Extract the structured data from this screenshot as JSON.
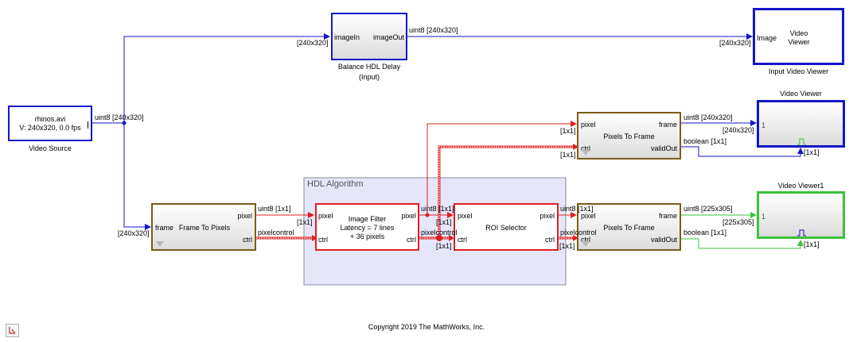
{
  "blocks": {
    "video_source": {
      "line1": "rhinos.avi",
      "line2": "V: 240x320, 0.0 fps",
      "name": "Video Source"
    },
    "balance_delay": {
      "in_port": "imageIn",
      "out_port": "imageOut",
      "name_line1": "Balance HDL Delay",
      "name_line2": "(Input)"
    },
    "input_viewer": {
      "in_port": "Image",
      "line1": "Video",
      "line2": "Viewer",
      "name": "Input Video Viewer"
    },
    "frame_to_pixels": {
      "title": "Frame To Pixels",
      "in_port": "frame",
      "out_port_1": "pixel",
      "out_port_2": "ctrl"
    },
    "hdl_algorithm": {
      "title": "HDL Algorithm"
    },
    "image_filter": {
      "line1": "Image Filter",
      "line2": "Latency = 7 lines",
      "line3": "+ 36 pixels",
      "in_port_1": "pixel",
      "in_port_2": "ctrl",
      "out_port_1": "pixel",
      "out_port_2": "ctrl"
    },
    "roi_selector": {
      "title": "ROI Selector",
      "in_port_1": "pixel",
      "in_port_2": "ctrl",
      "out_port_1": "pixel",
      "out_port_2": "ctrl"
    },
    "pixels_to_frame_top": {
      "title": "Pixels To Frame",
      "in_port_1": "pixel",
      "in_port_2": "ctrl",
      "out_port_1": "frame",
      "out_port_2": "validOut"
    },
    "pixels_to_frame_bottom": {
      "title": "Pixels To Frame",
      "in_port_1": "pixel",
      "in_port_2": "ctrl",
      "out_port_1": "frame",
      "out_port_2": "validOut"
    },
    "video_viewer": {
      "name": "Video Viewer",
      "port": "1"
    },
    "video_viewer1": {
      "name": "Video Viewer1",
      "port": "1"
    }
  },
  "signals": {
    "source_out": "uint8 [240x320]",
    "delay_in_dim": "[240x320]",
    "delay_out": "uint8 [240x320]",
    "viewer_in_dim": "[240x320]",
    "f2p_in_dim": "[240x320]",
    "f2p_pixel": "uint8 [1x1]",
    "f2p_ctrl": "pixelcontrol",
    "filter_pixel_in_dim": "[1x1]",
    "filter_out_pixel": "uint8 [1x1]",
    "filter_out_ctrl": "pixelcontrol",
    "roi_in_dim_top": "[1x1]",
    "roi_in_dim_bottom": "[1x1]",
    "roi_out_pixel": "uint8 [1x1]",
    "roi_out_ctrl": "pixelcontrol",
    "roi_out_dim": "[1x1]",
    "ptf_top_pixel_dim": "[1x1]",
    "ptf_top_ctrl_dim": "[1x1]",
    "ptf_top_frame": "uint8 [240x320]",
    "ptf_top_frame_dim": "[240x320]",
    "ptf_top_valid": "boolean [1x1]",
    "ptf_top_valid_dim": "[1x1]",
    "ptf_bot_frame": "uint8 [225x305]",
    "ptf_bot_frame_dim": "[225x305]",
    "ptf_bot_valid": "boolean [1x1]",
    "ptf_bot_valid_dim": "[1x1]"
  },
  "footer": {
    "copyright": "Copyright 2019 The MathWorks, Inc."
  },
  "colors": {
    "signal_blue": "#1515c8",
    "signal_red": "#e02020",
    "signal_green": "#3cc13c",
    "block_brown": "#7a5c18",
    "subsystem_fill": "#e6e6fa"
  }
}
